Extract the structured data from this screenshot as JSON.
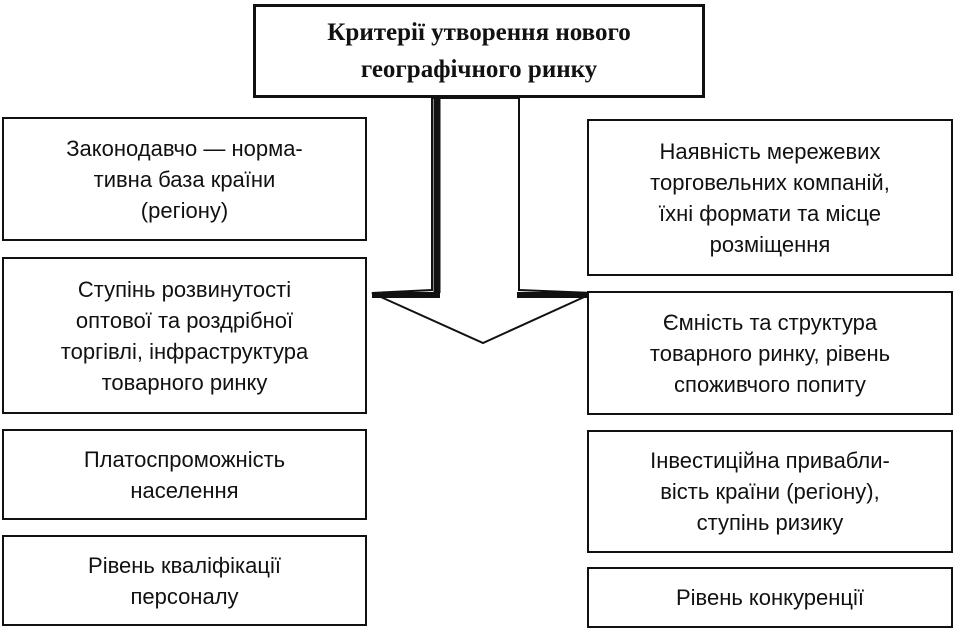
{
  "title": "Критерії утворення нового\nгеографічного ринку",
  "left_criteria": [
    "Законодавчо — норма-\nтивна база країни\n(регіону)",
    "Ступінь розвинутості\nоптової та роздрібної\nторгівлі, інфраструктура\nтоварного ринку",
    "Платоспроможність\nнаселення",
    "Рівень кваліфікації\nперсоналу"
  ],
  "right_criteria": [
    "Наявність мережевих\nторговельних компаній,\nїхні формати та місце\nрозміщення",
    "Ємність та структура\nтоварного ринку, рівень\nспоживчого попиту",
    "Інвестиційна привабли-\nвість країни (регіону),\nступінь ризику",
    "Рівень конкуренції"
  ]
}
